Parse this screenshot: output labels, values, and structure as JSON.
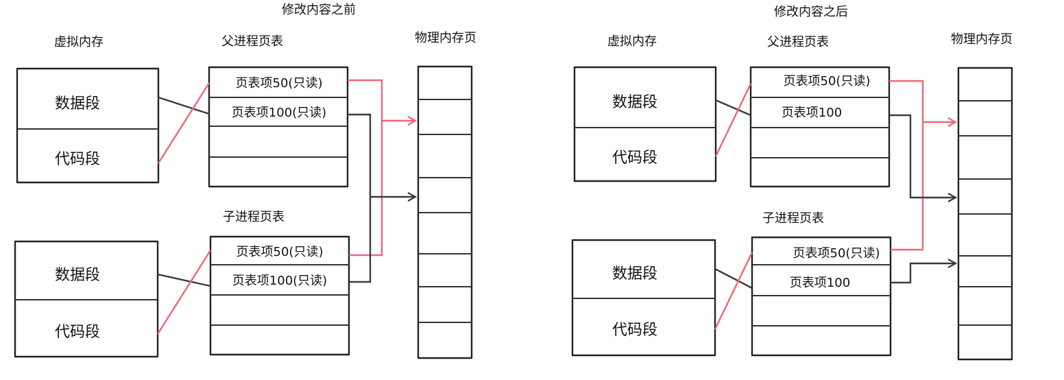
{
  "left": {
    "title": "修改内容之前",
    "virtual_memory_label": "虚拟内存",
    "parent_table_label": "父进程页表",
    "child_table_label": "子进程页表",
    "physical_label": "物理内存页",
    "parent_vm": {
      "data_segment": "数据段",
      "code_segment": "代码段"
    },
    "child_vm": {
      "data_segment": "数据段",
      "code_segment": "代码段"
    },
    "parent_entries": {
      "entry_50": "页表项50(只读)",
      "entry_100": "页表项100(只读)"
    },
    "child_entries": {
      "entry_50": "页表项50(只读)",
      "entry_100": "页表项100(只读)"
    }
  },
  "right": {
    "title": "修改内容之后",
    "virtual_memory_label": "虚拟内存",
    "parent_table_label": "父进程页表",
    "child_table_label": "子进程页表",
    "physical_label": "物理内存页",
    "parent_vm": {
      "data_segment": "数据段",
      "code_segment": "代码段"
    },
    "child_vm": {
      "data_segment": "数据段",
      "code_segment": "代码段"
    },
    "parent_entries": {
      "entry_50": "页表项50(只读)",
      "entry_100": "页表项100"
    },
    "child_entries": {
      "entry_50": "页表项50(只读)",
      "entry_100": "页表项100"
    }
  },
  "colors": {
    "shared_page_pink": "#f7a9c2",
    "page_blue": "#9bd7e8",
    "red_line": "#ee6677",
    "black_line": "#3a3a3a"
  }
}
